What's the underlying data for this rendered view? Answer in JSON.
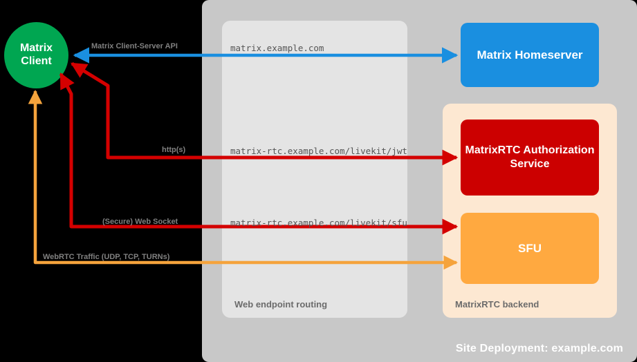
{
  "diagram": {
    "title": "Site Deployment: example.com",
    "colors": {
      "client_green": "#00a651",
      "homeserver_blue": "#1a8fe0",
      "auth_red": "#cc0000",
      "sfu_orange": "#ffa940",
      "deployment_grey": "#c8c8c8",
      "routing_panel_grey": "#e4e4e4",
      "backend_panel_peach": "#fde8d2",
      "arrow_blue": "#1a8fe0",
      "arrow_red": "#d40000",
      "arrow_orange": "#f5a33c",
      "label_grey": "#808080",
      "endpoint_text": "#555555"
    }
  },
  "client": {
    "line1": "Matrix",
    "line2": "Client"
  },
  "groups": {
    "routing": {
      "label": "Web endpoint routing"
    },
    "backend": {
      "label": "MatrixRTC backend"
    }
  },
  "nodes": {
    "homeserver": {
      "label": "Matrix Homeserver"
    },
    "auth_service": {
      "label": "MatrixRTC Authorization Service"
    },
    "sfu": {
      "label": "SFU"
    }
  },
  "edges": [
    {
      "id": "client-server-api",
      "label": "Matrix Client-Server API",
      "endpoint": "matrix.example.com",
      "color": "#1a8fe0",
      "direction": "bidirectional",
      "from": "Matrix Client",
      "to": "Matrix Homeserver"
    },
    {
      "id": "https-jwt",
      "label": "http(s)",
      "endpoint": "matrix-rtc.example.com/livekit/jwt",
      "color": "#d40000",
      "direction": "bidirectional",
      "from": "Matrix Client",
      "to": "MatrixRTC Authorization Service"
    },
    {
      "id": "secure-web-socket",
      "label": "(Secure) Web Socket",
      "endpoint": "matrix-rtc.example.com/livekit/sfu",
      "color": "#d40000",
      "direction": "bidirectional",
      "from": "Matrix Client",
      "to": "SFU"
    },
    {
      "id": "webrtc-traffic",
      "label": "WebRTC Traffic (UDP, TCP, TURNs)",
      "endpoint": "",
      "color": "#f5a33c",
      "direction": "bidirectional",
      "from": "Matrix Client",
      "to": "SFU"
    }
  ]
}
